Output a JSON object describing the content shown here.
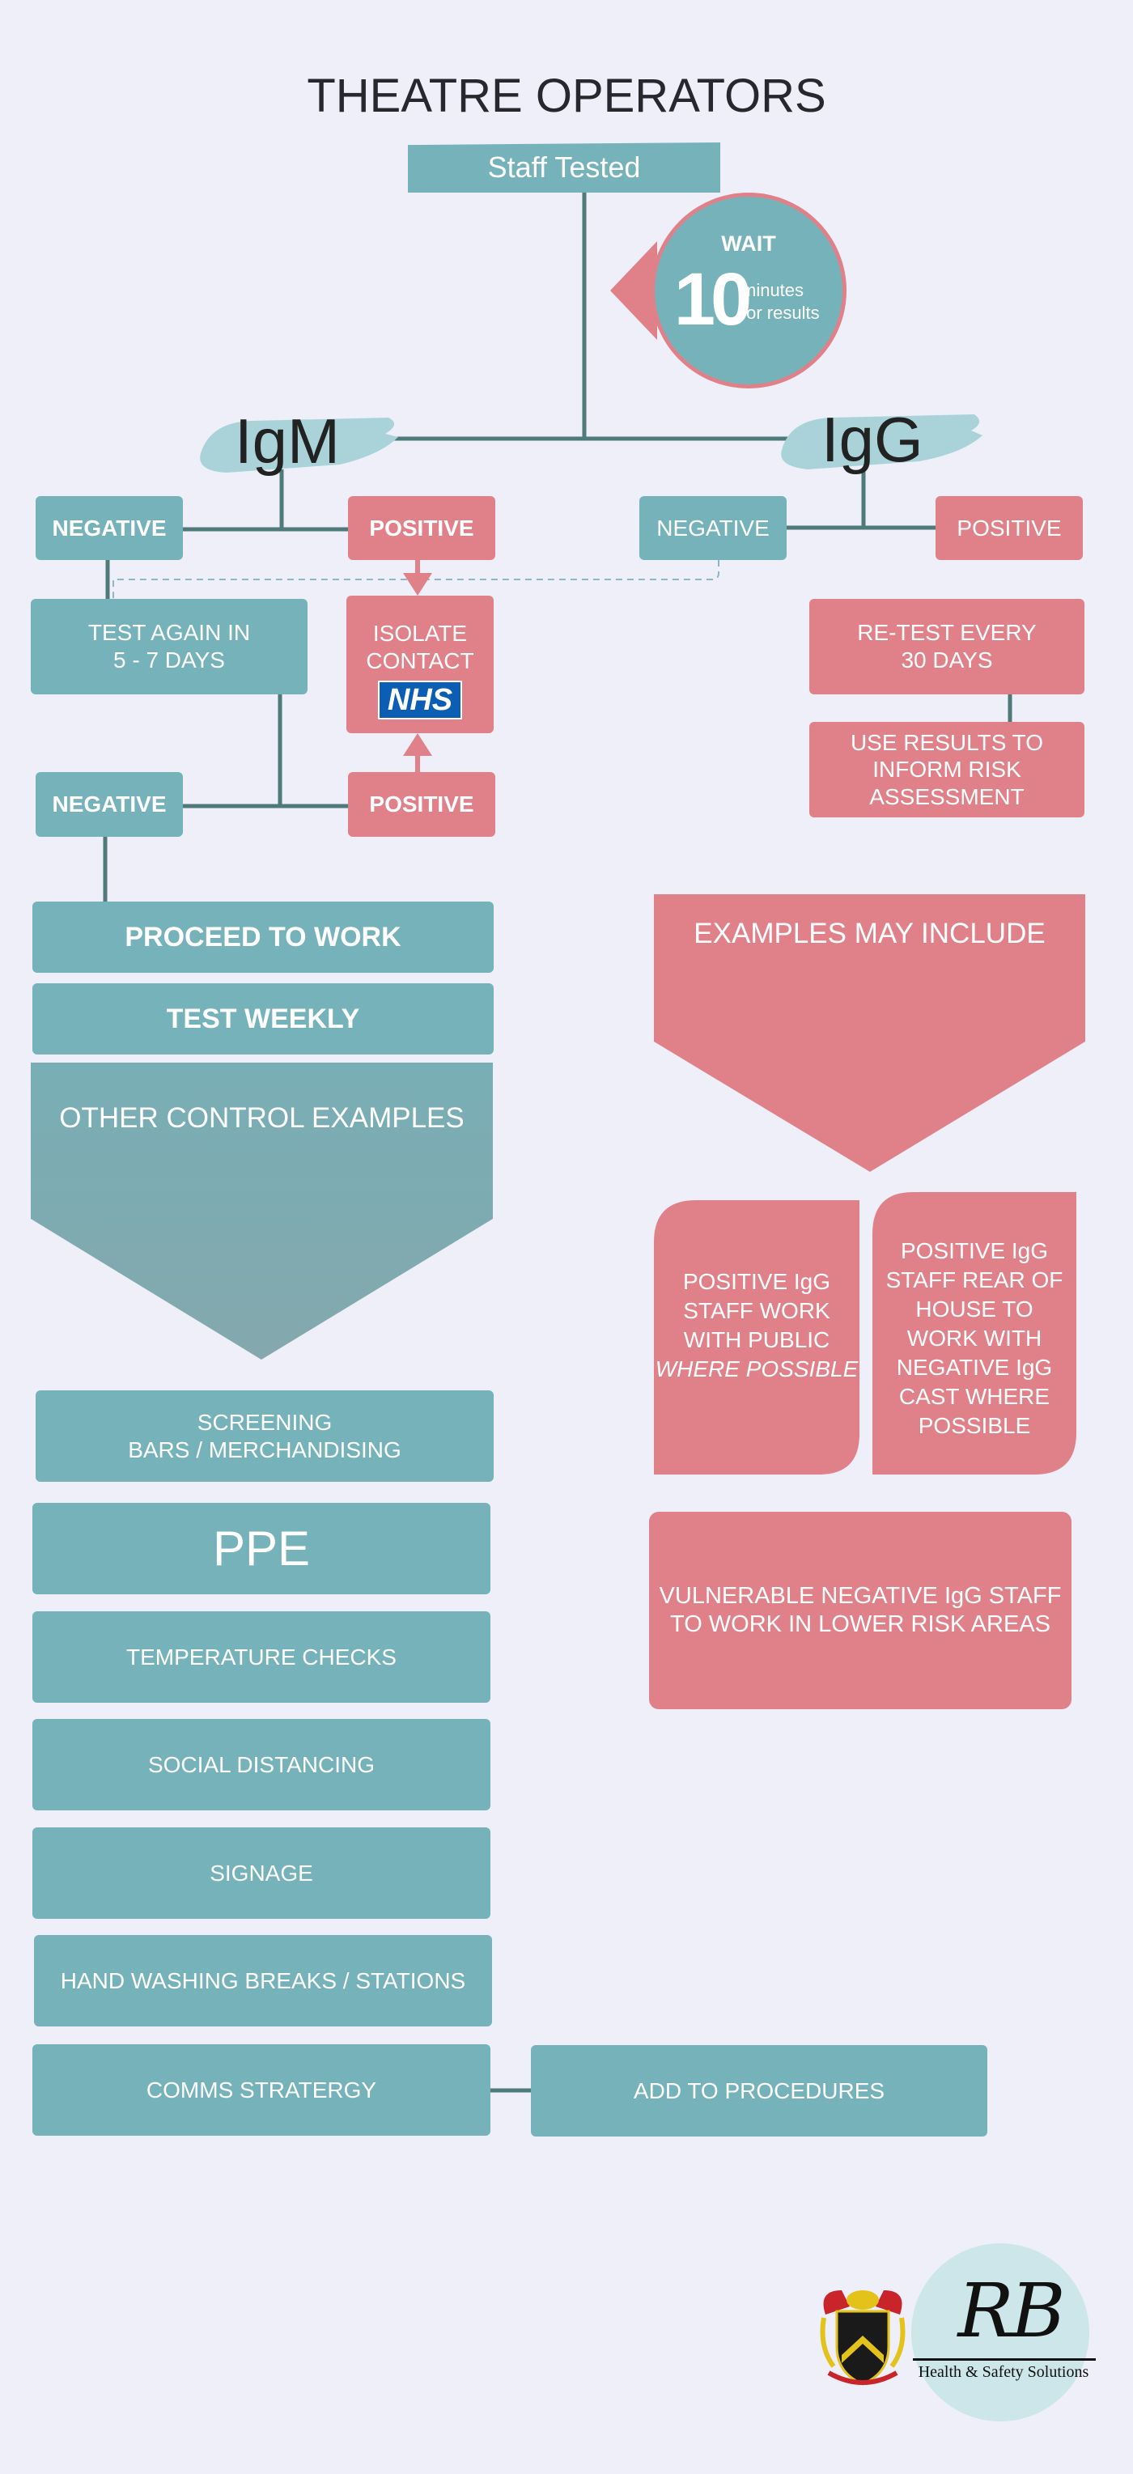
{
  "title": "THEATRE OPERATORS",
  "staff_tested": "Staff Tested",
  "wait": {
    "label": "WAIT",
    "number": "10",
    "unit_line1": "minutes",
    "unit_line2": "for results"
  },
  "igm": {
    "label": "IgM",
    "negative": "NEGATIVE",
    "positive": "POSITIVE",
    "test_again_line1": "TEST AGAIN IN",
    "test_again_line2": "5 - 7 DAYS",
    "isolate_line1": "ISOLATE",
    "isolate_line2": "CONTACT",
    "nhs_logo": "NHS",
    "negative2": "NEGATIVE",
    "positive2": "POSITIVE"
  },
  "igg": {
    "label": "IgG",
    "negative": "NEGATIVE",
    "positive": "POSITIVE",
    "retest_line1": "RE-TEST EVERY",
    "retest_line2": "30 DAYS",
    "use_results_line1": "USE RESULTS TO",
    "use_results_line2": "INFORM RISK",
    "use_results_line3": "ASSESSMENT"
  },
  "proceed_to_work": "PROCEED TO WORK",
  "test_weekly": "TEST WEEKLY",
  "other_controls_title": "OTHER CONTROL EXAMPLES",
  "controls": {
    "screening_line1": "SCREENING",
    "screening_line2": "BARS / MERCHANDISING",
    "ppe": "PPE",
    "temperature": "TEMPERATURE CHECKS",
    "social_distancing": "SOCIAL DISTANCING",
    "signage": "SIGNAGE",
    "hand_washing": "HAND WASHING BREAKS / STATIONS",
    "comms": "COMMS STRATERGY",
    "add_procedures": "ADD TO PROCEDURES"
  },
  "examples_title": "EXAMPLES MAY INCLUDE",
  "examples": {
    "card1_line1": "POSITIVE IgG",
    "card1_line2": "STAFF WORK",
    "card1_line3": "WITH PUBLIC",
    "card1_line4": "WHERE POSSIBLE",
    "card2_line1": "POSITIVE IgG",
    "card2_line2": "STAFF REAR OF",
    "card2_line3": "HOUSE TO",
    "card2_line4": "WORK WITH",
    "card2_line5": "NEGATIVE IgG",
    "card2_line6": "CAST WHERE",
    "card2_line7": "POSSIBLE",
    "vulnerable_line1": "VULNERABLE NEGATIVE IgG STAFF",
    "vulnerable_line2": "TO WORK IN LOWER RISK AREAS"
  },
  "logo": {
    "monogram": "RB",
    "tagline": "Health & Safety Solutions"
  },
  "colors": {
    "teal": "#76b2b9",
    "pink": "#e0818a",
    "background": "#eeeff9",
    "connector": "#4e7a7a",
    "nhs_blue": "#0b5eb3"
  }
}
